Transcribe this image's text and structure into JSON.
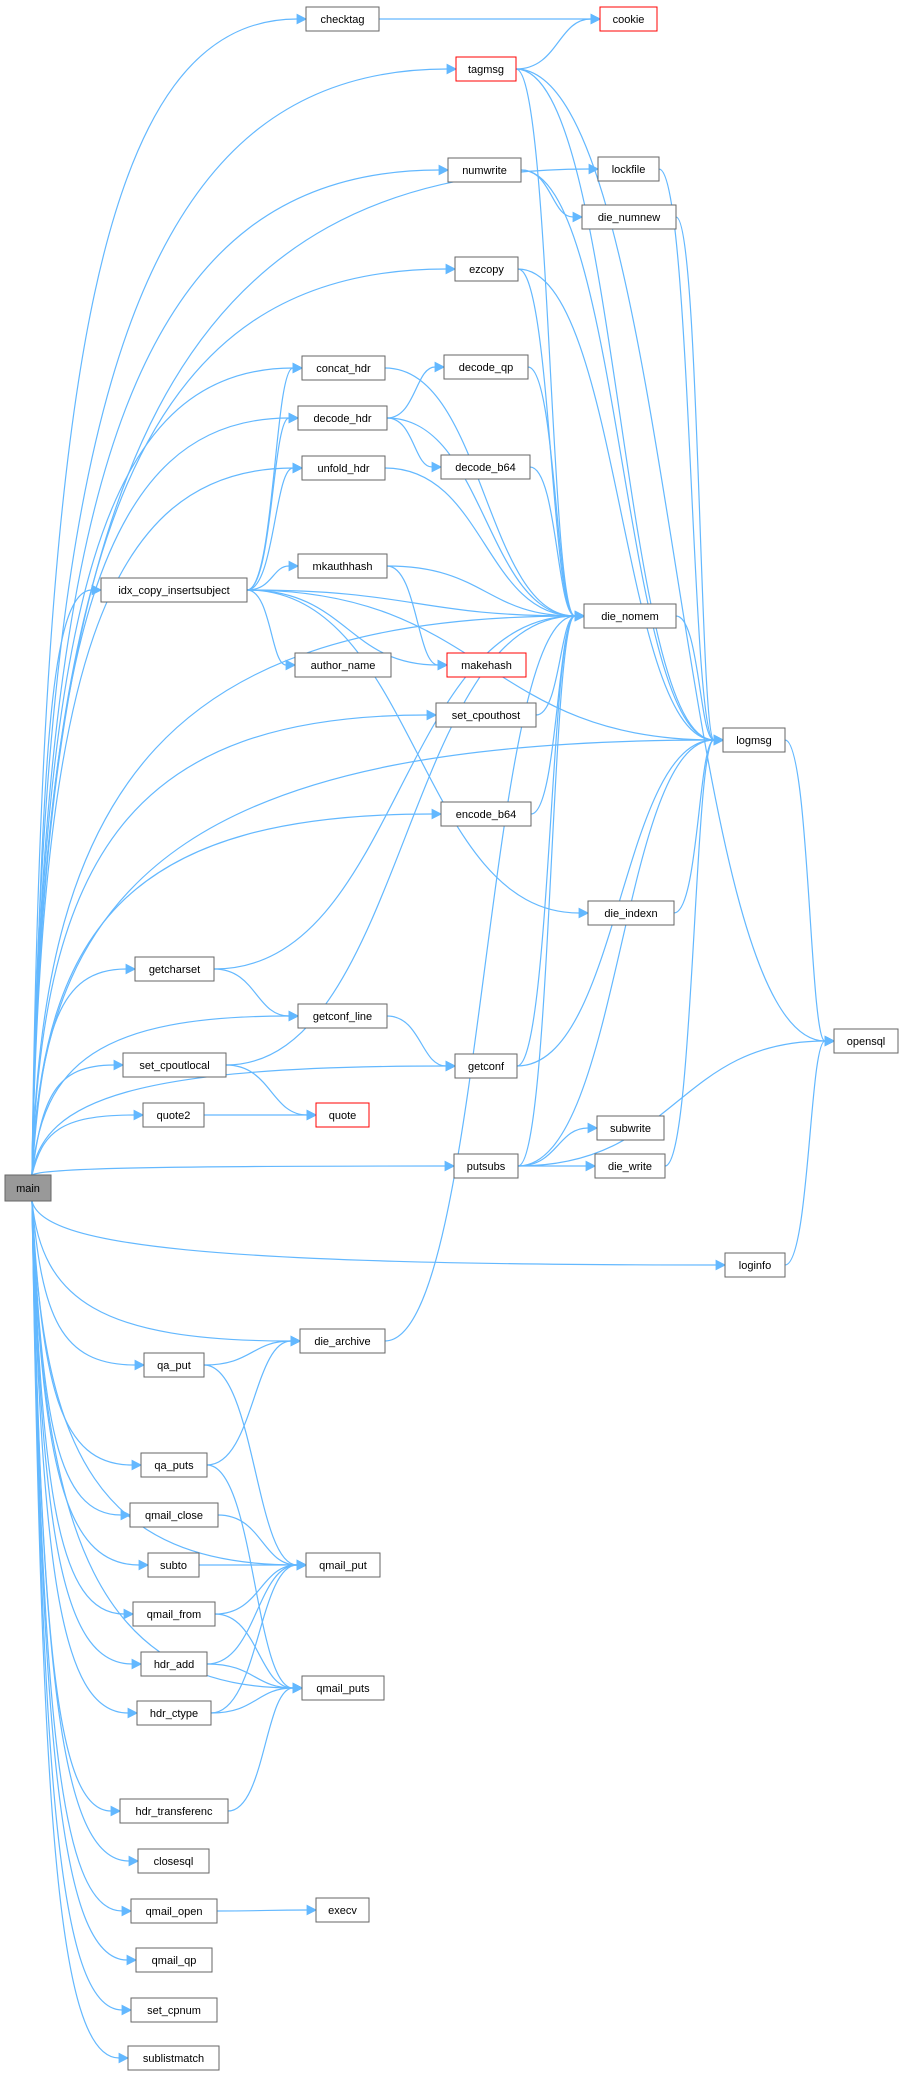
{
  "nodes": [
    {
      "id": "main",
      "label": "main",
      "style": "main",
      "clickable": true
    },
    {
      "id": "checktag",
      "label": "checktag",
      "style": "normal",
      "clickable": true
    },
    {
      "id": "cookie",
      "label": "cookie",
      "style": "red",
      "clickable": true
    },
    {
      "id": "tagmsg",
      "label": "tagmsg",
      "style": "red",
      "clickable": true
    },
    {
      "id": "lockfile",
      "label": "lockfile",
      "style": "normal",
      "clickable": true
    },
    {
      "id": "numwrite",
      "label": "numwrite",
      "style": "normal",
      "clickable": true
    },
    {
      "id": "die_numnew",
      "label": "die_numnew",
      "style": "normal",
      "clickable": true
    },
    {
      "id": "ezcopy",
      "label": "ezcopy",
      "style": "normal",
      "clickable": true
    },
    {
      "id": "concat_hdr",
      "label": "concat_hdr",
      "style": "normal",
      "clickable": true
    },
    {
      "id": "decode_qp",
      "label": "decode_qp",
      "style": "normal",
      "clickable": true
    },
    {
      "id": "decode_hdr",
      "label": "decode_hdr",
      "style": "normal",
      "clickable": true
    },
    {
      "id": "decode_b64",
      "label": "decode_b64",
      "style": "normal",
      "clickable": true
    },
    {
      "id": "unfold_hdr",
      "label": "unfold_hdr",
      "style": "normal",
      "clickable": true
    },
    {
      "id": "mkauthhash",
      "label": "mkauthhash",
      "style": "normal",
      "clickable": true
    },
    {
      "id": "idx_copy_insertsubject",
      "label": "idx_copy_insertsubject",
      "style": "normal",
      "clickable": true
    },
    {
      "id": "die_nomem",
      "label": "die_nomem",
      "style": "normal",
      "clickable": true
    },
    {
      "id": "author_name",
      "label": "author_name",
      "style": "normal",
      "clickable": true
    },
    {
      "id": "makehash",
      "label": "makehash",
      "style": "red",
      "clickable": true
    },
    {
      "id": "set_cpouthost",
      "label": "set_cpouthost",
      "style": "normal",
      "clickable": true
    },
    {
      "id": "logmsg",
      "label": "logmsg",
      "style": "normal",
      "clickable": true
    },
    {
      "id": "encode_b64",
      "label": "encode_b64",
      "style": "normal",
      "clickable": true
    },
    {
      "id": "die_indexn",
      "label": "die_indexn",
      "style": "normal",
      "clickable": true
    },
    {
      "id": "getcharset",
      "label": "getcharset",
      "style": "normal",
      "clickable": true
    },
    {
      "id": "getconf_line",
      "label": "getconf_line",
      "style": "normal",
      "clickable": true
    },
    {
      "id": "opensql",
      "label": "opensql",
      "style": "normal",
      "clickable": true
    },
    {
      "id": "set_cpoutlocal",
      "label": "set_cpoutlocal",
      "style": "normal",
      "clickable": true
    },
    {
      "id": "getconf",
      "label": "getconf",
      "style": "normal",
      "clickable": true
    },
    {
      "id": "quote2",
      "label": "quote2",
      "style": "normal",
      "clickable": true
    },
    {
      "id": "quote",
      "label": "quote",
      "style": "red",
      "clickable": true
    },
    {
      "id": "subwrite",
      "label": "subwrite",
      "style": "normal",
      "clickable": true
    },
    {
      "id": "putsubs",
      "label": "putsubs",
      "style": "normal",
      "clickable": true
    },
    {
      "id": "die_write",
      "label": "die_write",
      "style": "normal",
      "clickable": true
    },
    {
      "id": "loginfo",
      "label": "loginfo",
      "style": "normal",
      "clickable": true
    },
    {
      "id": "die_archive",
      "label": "die_archive",
      "style": "normal",
      "clickable": true
    },
    {
      "id": "qa_put",
      "label": "qa_put",
      "style": "normal",
      "clickable": true
    },
    {
      "id": "qa_puts",
      "label": "qa_puts",
      "style": "normal",
      "clickable": true
    },
    {
      "id": "qmail_close",
      "label": "qmail_close",
      "style": "normal",
      "clickable": true
    },
    {
      "id": "qmail_put",
      "label": "qmail_put",
      "style": "normal",
      "clickable": true
    },
    {
      "id": "subto",
      "label": "subto",
      "style": "normal",
      "clickable": true
    },
    {
      "id": "qmail_from",
      "label": "qmail_from",
      "style": "normal",
      "clickable": true
    },
    {
      "id": "hdr_add",
      "label": "hdr_add",
      "style": "normal",
      "clickable": true
    },
    {
      "id": "qmail_puts",
      "label": "qmail_puts",
      "style": "normal",
      "clickable": true
    },
    {
      "id": "hdr_ctype",
      "label": "hdr_ctype",
      "style": "normal",
      "clickable": true
    },
    {
      "id": "hdr_transferenc",
      "label": "hdr_transferenc",
      "style": "normal",
      "clickable": true
    },
    {
      "id": "closesql",
      "label": "closesql",
      "style": "normal",
      "clickable": true
    },
    {
      "id": "qmail_open",
      "label": "qmail_open",
      "style": "normal",
      "clickable": true
    },
    {
      "id": "execv",
      "label": "execv",
      "style": "normal",
      "clickable": true
    },
    {
      "id": "qmail_qp",
      "label": "qmail_qp",
      "style": "normal",
      "clickable": true
    },
    {
      "id": "set_cpnum",
      "label": "set_cpnum",
      "style": "normal",
      "clickable": true
    },
    {
      "id": "sublistmatch",
      "label": "sublistmatch",
      "style": "normal",
      "clickable": true
    }
  ],
  "edges": [
    [
      "main",
      "checktag"
    ],
    [
      "main",
      "tagmsg"
    ],
    [
      "main",
      "lockfile"
    ],
    [
      "main",
      "numwrite"
    ],
    [
      "main",
      "ezcopy"
    ],
    [
      "main",
      "concat_hdr"
    ],
    [
      "main",
      "decode_hdr"
    ],
    [
      "main",
      "unfold_hdr"
    ],
    [
      "main",
      "idx_copy_insertsubject"
    ],
    [
      "main",
      "set_cpouthost"
    ],
    [
      "main",
      "die_nomem"
    ],
    [
      "main",
      "logmsg"
    ],
    [
      "main",
      "encode_b64"
    ],
    [
      "main",
      "getcharset"
    ],
    [
      "main",
      "getconf_line"
    ],
    [
      "main",
      "set_cpoutlocal"
    ],
    [
      "main",
      "getconf"
    ],
    [
      "main",
      "quote2"
    ],
    [
      "main",
      "putsubs"
    ],
    [
      "main",
      "loginfo"
    ],
    [
      "main",
      "die_archive"
    ],
    [
      "main",
      "qa_put"
    ],
    [
      "main",
      "qa_puts"
    ],
    [
      "main",
      "qmail_close"
    ],
    [
      "main",
      "qmail_put"
    ],
    [
      "main",
      "subto"
    ],
    [
      "main",
      "qmail_from"
    ],
    [
      "main",
      "hdr_add"
    ],
    [
      "main",
      "qmail_puts"
    ],
    [
      "main",
      "hdr_ctype"
    ],
    [
      "main",
      "hdr_transferenc"
    ],
    [
      "main",
      "closesql"
    ],
    [
      "main",
      "qmail_open"
    ],
    [
      "main",
      "qmail_qp"
    ],
    [
      "main",
      "set_cpnum"
    ],
    [
      "main",
      "sublistmatch"
    ],
    [
      "checktag",
      "cookie"
    ],
    [
      "tagmsg",
      "cookie"
    ],
    [
      "tagmsg",
      "logmsg"
    ],
    [
      "tagmsg",
      "die_nomem"
    ],
    [
      "tagmsg",
      "opensql"
    ],
    [
      "lockfile",
      "logmsg"
    ],
    [
      "numwrite",
      "die_numnew"
    ],
    [
      "numwrite",
      "logmsg"
    ],
    [
      "die_numnew",
      "logmsg"
    ],
    [
      "ezcopy",
      "die_nomem"
    ],
    [
      "ezcopy",
      "logmsg"
    ],
    [
      "concat_hdr",
      "die_nomem"
    ],
    [
      "decode_hdr",
      "decode_qp"
    ],
    [
      "decode_hdr",
      "decode_b64"
    ],
    [
      "decode_hdr",
      "die_nomem"
    ],
    [
      "decode_qp",
      "die_nomem"
    ],
    [
      "decode_b64",
      "die_nomem"
    ],
    [
      "unfold_hdr",
      "die_nomem"
    ],
    [
      "mkauthhash",
      "die_nomem"
    ],
    [
      "mkauthhash",
      "makehash"
    ],
    [
      "idx_copy_insertsubject",
      "concat_hdr"
    ],
    [
      "idx_copy_insertsubject",
      "decode_hdr"
    ],
    [
      "idx_copy_insertsubject",
      "unfold_hdr"
    ],
    [
      "idx_copy_insertsubject",
      "mkauthhash"
    ],
    [
      "idx_copy_insertsubject",
      "die_nomem"
    ],
    [
      "idx_copy_insertsubject",
      "author_name"
    ],
    [
      "idx_copy_insertsubject",
      "makehash"
    ],
    [
      "idx_copy_insertsubject",
      "logmsg"
    ],
    [
      "idx_copy_insertsubject",
      "die_indexn"
    ],
    [
      "set_cpouthost",
      "die_nomem"
    ],
    [
      "die_nomem",
      "logmsg"
    ],
    [
      "encode_b64",
      "die_nomem"
    ],
    [
      "die_indexn",
      "logmsg"
    ],
    [
      "getcharset",
      "die_nomem"
    ],
    [
      "getcharset",
      "getconf_line"
    ],
    [
      "getconf_line",
      "getconf"
    ],
    [
      "set_cpoutlocal",
      "die_nomem"
    ],
    [
      "set_cpoutlocal",
      "quote"
    ],
    [
      "getconf",
      "die_nomem"
    ],
    [
      "getconf",
      "logmsg"
    ],
    [
      "quote2",
      "quote"
    ],
    [
      "putsubs",
      "die_nomem"
    ],
    [
      "putsubs",
      "logmsg"
    ],
    [
      "putsubs",
      "subwrite"
    ],
    [
      "putsubs",
      "die_write"
    ],
    [
      "putsubs",
      "opensql"
    ],
    [
      "die_write",
      "logmsg"
    ],
    [
      "loginfo",
      "opensql"
    ],
    [
      "logmsg",
      "opensql"
    ],
    [
      "die_archive",
      "die_nomem"
    ],
    [
      "qa_put",
      "die_archive"
    ],
    [
      "qa_put",
      "qmail_put"
    ],
    [
      "qa_puts",
      "die_archive"
    ],
    [
      "qa_puts",
      "qmail_puts"
    ],
    [
      "qmail_close",
      "qmail_put"
    ],
    [
      "subto",
      "qmail_put"
    ],
    [
      "qmail_from",
      "qmail_put"
    ],
    [
      "qmail_from",
      "qmail_puts"
    ],
    [
      "hdr_add",
      "qmail_put"
    ],
    [
      "hdr_add",
      "qmail_puts"
    ],
    [
      "hdr_ctype",
      "qmail_put"
    ],
    [
      "hdr_ctype",
      "qmail_puts"
    ],
    [
      "hdr_transferenc",
      "qmail_puts"
    ],
    [
      "qmail_open",
      "execv"
    ]
  ]
}
